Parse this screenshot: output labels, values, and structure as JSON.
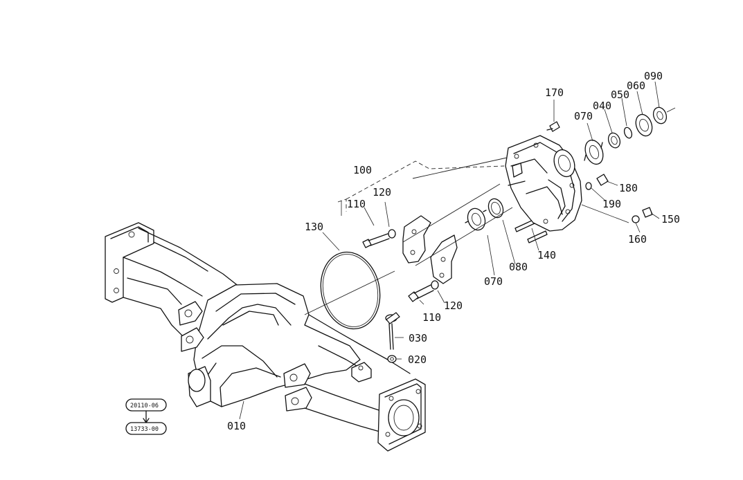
{
  "diagram": {
    "callouts": [
      {
        "id": "010",
        "text": "010"
      },
      {
        "id": "020",
        "text": "020"
      },
      {
        "id": "030",
        "text": "030"
      },
      {
        "id": "040",
        "text": "040"
      },
      {
        "id": "050",
        "text": "050"
      },
      {
        "id": "060",
        "text": "060"
      },
      {
        "id": "070a",
        "text": "070"
      },
      {
        "id": "070b",
        "text": "070"
      },
      {
        "id": "080",
        "text": "080"
      },
      {
        "id": "090",
        "text": "090"
      },
      {
        "id": "100",
        "text": "100"
      },
      {
        "id": "110a",
        "text": "110"
      },
      {
        "id": "110b",
        "text": "110"
      },
      {
        "id": "120a",
        "text": "120"
      },
      {
        "id": "120b",
        "text": "120"
      },
      {
        "id": "130",
        "text": "130"
      },
      {
        "id": "140",
        "text": "140"
      },
      {
        "id": "150",
        "text": "150"
      },
      {
        "id": "160",
        "text": "160"
      },
      {
        "id": "170",
        "text": "170"
      },
      {
        "id": "180",
        "text": "180"
      },
      {
        "id": "190",
        "text": "190"
      }
    ],
    "reference_tags": [
      "20110-06",
      "13733-00"
    ]
  }
}
